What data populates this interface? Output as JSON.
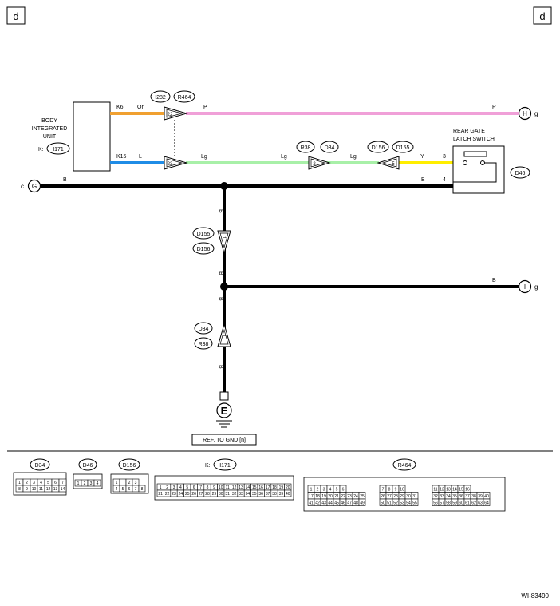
{
  "corner_tags": {
    "left": "d",
    "right": "d"
  },
  "body_unit": {
    "lines": [
      "BODY",
      "INTEGRATED",
      "UNIT"
    ],
    "prefix": "K:",
    "connector": "I171",
    "pin_top": "K6",
    "pin_bottom": "K15"
  },
  "inline_connectors": {
    "upper": {
      "ids": [
        "I282",
        "R464"
      ],
      "pin_top": "22",
      "pin_bottom": "23"
    },
    "mid": {
      "ids": [
        "R38",
        "D34"
      ],
      "pin": "2"
    },
    "right": {
      "ids": [
        "D156",
        "D155"
      ],
      "pin": "5"
    },
    "ground_upper": {
      "ids": [
        "D155",
        "D156"
      ],
      "pin": "1"
    },
    "ground_lower": {
      "ids": [
        "D34",
        "R38"
      ],
      "pin": "1"
    }
  },
  "switch": {
    "lines": [
      "REAR GATE",
      "LATCH SWITCH"
    ],
    "connector": "D46",
    "pin_y": "3",
    "pin_b": "4"
  },
  "wire_labels": {
    "or": "Or",
    "p": "P",
    "l": "L",
    "lg": "Lg",
    "y": "Y",
    "b": "B"
  },
  "wire_colors": {
    "Or": "#f0a030",
    "P": "#f0a0d8",
    "L": "#1f8ce6",
    "Lg": "#a8f0a8",
    "Y": "#ffee00",
    "B": "#000000"
  },
  "terminals": {
    "H": {
      "letter": "H",
      "suffix": "g"
    },
    "I": {
      "letter": "I",
      "suffix": "g"
    },
    "G": {
      "letter": "G",
      "prefix": "c"
    },
    "E": {
      "letter": "E"
    }
  },
  "ground_ref": "REF. TO GND [n]",
  "legend": {
    "d34": {
      "name": "D34",
      "rows": [
        [
          "1",
          "2",
          "3",
          "4",
          "5",
          "6",
          "7"
        ],
        [
          "8",
          "9",
          "10",
          "11",
          "12",
          "13",
          "14"
        ]
      ]
    },
    "d46": {
      "name": "D46",
      "rows": [
        [
          "1",
          "2",
          "3",
          "4"
        ]
      ]
    },
    "d156": {
      "name": "D156",
      "rows": [
        [
          "1",
          "",
          "2",
          "3"
        ],
        [
          "4",
          "5",
          "6",
          "7",
          "8"
        ]
      ]
    },
    "i171": {
      "prefix": "K:",
      "name": "I171",
      "rows": [
        [
          "1",
          "2",
          "3",
          "4",
          "5",
          "6",
          "7",
          "8",
          "9",
          "10",
          "11",
          "12",
          "13",
          "14",
          "15",
          "16",
          "17",
          "18",
          "19",
          "20"
        ],
        [
          "21",
          "22",
          "23",
          "24",
          "25",
          "26",
          "27",
          "28",
          "29",
          "30",
          "31",
          "32",
          "33",
          "34",
          "35",
          "36",
          "37",
          "38",
          "39",
          "40"
        ]
      ]
    },
    "r464": {
      "name": "R464",
      "groups": [
        {
          "rows": [
            [
              "1",
              "2",
              "3",
              "4",
              "5",
              "6"
            ],
            [
              "17",
              "18",
              "19",
              "20",
              "21",
              "22",
              "23",
              "24",
              "25"
            ],
            [
              "41",
              "42",
              "43",
              "44",
              "45",
              "46",
              "47",
              "48",
              "49"
            ]
          ]
        },
        {
          "rows": [
            [
              "7",
              "8",
              "9",
              "10"
            ],
            [
              "26",
              "27",
              "28",
              "29",
              "30",
              "31"
            ],
            [
              "50",
              "51",
              "52",
              "53",
              "54",
              "55"
            ]
          ]
        },
        {
          "rows": [
            [
              "11",
              "12",
              "13",
              "14",
              "15",
              "16"
            ],
            [
              "32",
              "33",
              "34",
              "35",
              "36",
              "37",
              "38",
              "39",
              "40"
            ],
            [
              "56",
              "57",
              "58",
              "59",
              "60",
              "61",
              "62",
              "63",
              "64"
            ]
          ]
        }
      ]
    }
  },
  "figure_id": "WI-83490"
}
